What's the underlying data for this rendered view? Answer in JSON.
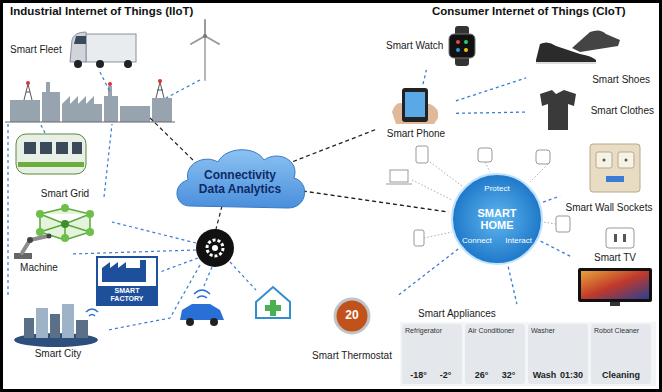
{
  "diagram": {
    "nodes": [
      {
        "text": [
          "Connectivity Data Analytics"
        ]
      },
      {
        "text": [
          "Smart Fleet"
        ]
      },
      {
        "text": [
          "Smart Grid"
        ]
      },
      {
        "text": [
          "Machine"
        ]
      },
      {
        "text": [
          "SMART FACTORY"
        ]
      },
      {
        "text": [
          "Smart City"
        ]
      },
      {
        "text": [
          "Smart Watch"
        ]
      },
      {
        "text": [
          "Smart Phone"
        ]
      },
      {
        "text": [
          "Smart Shoes"
        ]
      },
      {
        "text": [
          "Smart Clothes"
        ]
      },
      {
        "text": [
          "Protect",
          "SMART HOME",
          "Connect",
          "Interact"
        ]
      },
      {
        "text": [
          "Smart Wall Sockets"
        ]
      },
      {
        "text": [
          "Smart TV"
        ]
      },
      {
        "text": [
          "Smart Appliances"
        ]
      },
      {
        "text": [
          "Refrigerator",
          "-18°",
          "-2°"
        ],
        "in": 13
      },
      {
        "text": [
          "Air Conditioner",
          "26°",
          "32°"
        ],
        "in": 13
      },
      {
        "text": [
          "Washer",
          "Wash",
          "01:30"
        ],
        "in": 13
      },
      {
        "text": [
          "Robot Cleaner",
          "Cleaning"
        ],
        "in": 13
      },
      {
        "text": [
          "20",
          "Smart Thermostat"
        ]
      }
    ],
    "edges": [
      {
        "from": 0,
        "to": 7,
        "arrow": "none"
      },
      {
        "from": 0,
        "to": 10,
        "arrow": "none"
      },
      {
        "from": 7,
        "to": 6,
        "arrow": "none"
      },
      {
        "from": 7,
        "to": 8,
        "arrow": "none"
      },
      {
        "from": 7,
        "to": 9,
        "arrow": "none"
      },
      {
        "from": 10,
        "to": 11,
        "arrow": "none"
      },
      {
        "from": 10,
        "to": 12,
        "arrow": "none"
      },
      {
        "from": 10,
        "to": 13,
        "arrow": "none"
      },
      {
        "from": 10,
        "to": 18,
        "arrow": "none"
      }
    ],
    "labels": [
      "Industrial Internet of Things (IIoT)",
      "Consumer Internet of Things (CIoT)"
    ]
  }
}
